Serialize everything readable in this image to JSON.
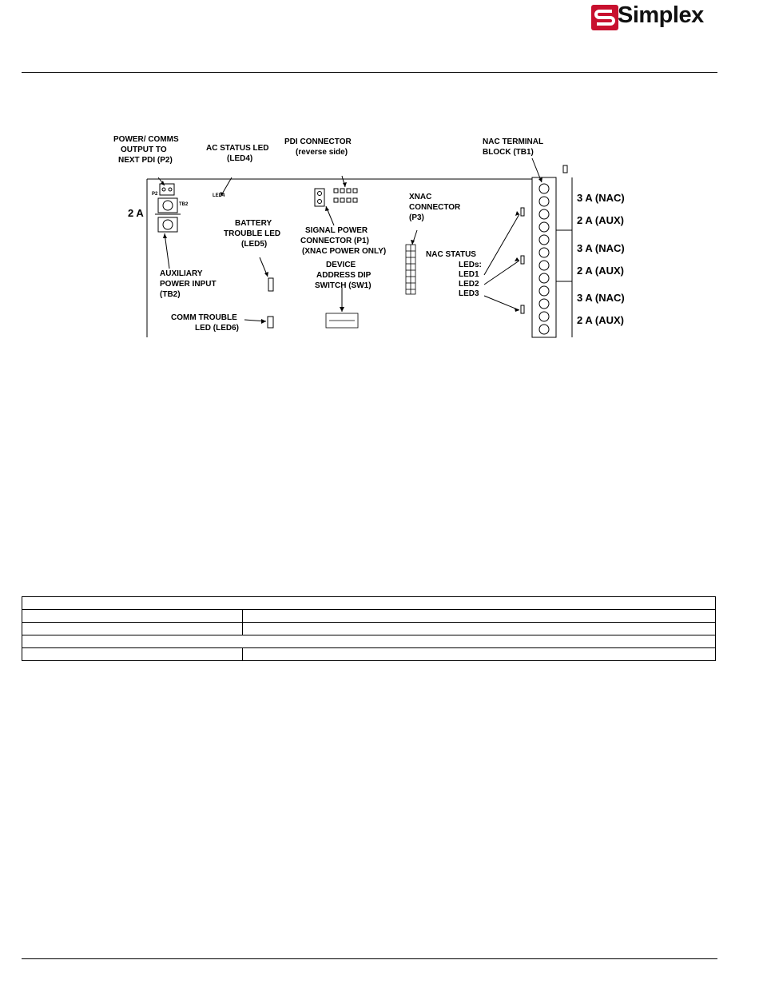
{
  "header": {
    "brand": "Simplex"
  },
  "diagram": {
    "callouts": {
      "power_comms": [
        "POWER/ COMMS",
        "OUTPUT TO",
        "NEXT PDI (P2)"
      ],
      "ac_status": [
        "AC STATUS LED",
        "(LED4)"
      ],
      "pdi_connector": [
        "PDI CONNECTOR",
        "(reverse side)"
      ],
      "nac_terminal": [
        "NAC TERMINAL",
        "BLOCK (TB1)"
      ],
      "xnac_connector": [
        "XNAC",
        "CONNECTOR",
        "(P3)"
      ],
      "battery_trouble": [
        "BATTERY",
        "TROUBLE LED",
        "(LED5)"
      ],
      "signal_power": [
        "SIGNAL POWER",
        "CONNECTOR (P1)",
        "(XNAC POWER ONLY)"
      ],
      "device_address": [
        "DEVICE",
        "ADDRESS DIP",
        "SWITCH (SW1)"
      ],
      "nac_status": [
        "NAC STATUS",
        "LEDs:",
        "LED1",
        "LED2",
        "LED3"
      ],
      "aux_power": [
        "AUXILIARY",
        "POWER INPUT",
        "(TB2)"
      ],
      "comm_trouble": [
        "COMM TROUBLE",
        "LED (LED6)"
      ]
    },
    "left_rating": "2 A",
    "ratings": [
      "3 A (NAC)",
      "2 A (AUX)",
      "3 A (NAC)",
      "2 A (AUX)",
      "3 A (NAC)",
      "2 A (AUX)"
    ],
    "board_labels": {
      "p2": "P2",
      "tb2": "TB2",
      "led4": "LED4"
    }
  },
  "table": {
    "rows": [
      {
        "type": "full",
        "cells": [
          ""
        ]
      },
      {
        "type": "split",
        "cells": [
          "",
          ""
        ]
      },
      {
        "type": "split",
        "cells": [
          "",
          ""
        ]
      },
      {
        "type": "full",
        "cells": [
          ""
        ]
      },
      {
        "type": "split",
        "cells": [
          "",
          ""
        ]
      }
    ]
  }
}
